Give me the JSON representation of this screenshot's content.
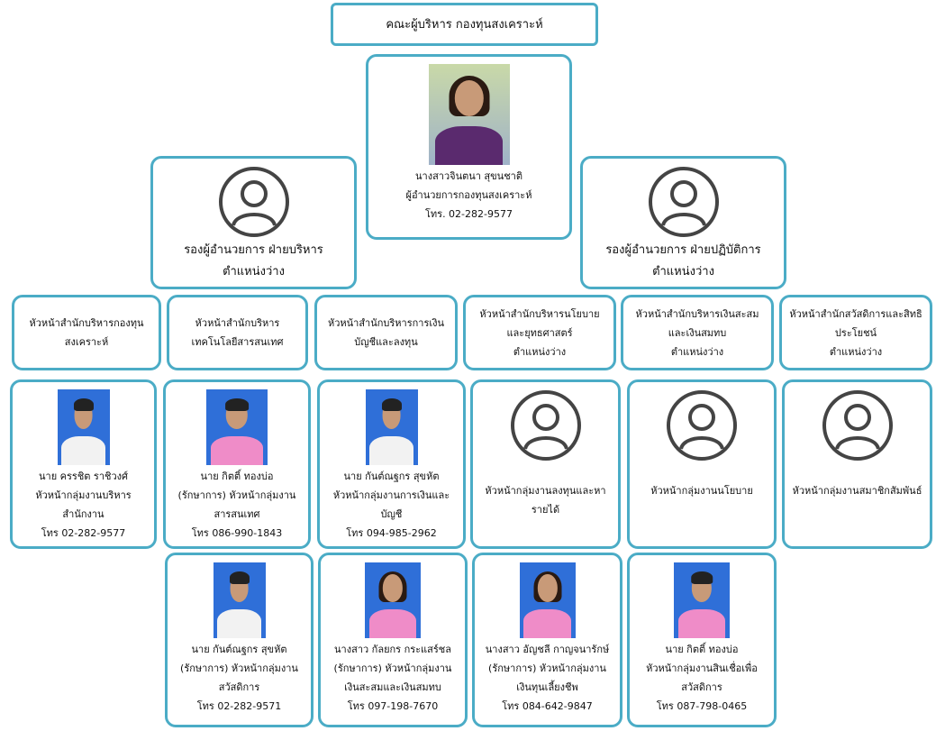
{
  "title": "คณะผู้บริหาร กองทุนสงเคราะห์",
  "colors": {
    "border": "#4bacc6",
    "photo_bg": "#2f6fd8",
    "pink_shirt": "#ef8cc8",
    "white_shirt": "#f2f2f2"
  },
  "director": {
    "photo": "woman-purple",
    "lines": [
      "นางสาวจินตนา สุขนชาติ",
      "ผู้อำนวยการกองทุนสงเคราะห์",
      "โทร. 02-282-9577"
    ]
  },
  "deputies": [
    {
      "lines": [
        "รองผู้อำนวยการ ฝ่ายบริหาร",
        "ตำแหน่งว่าง"
      ]
    },
    {
      "lines": [
        "รองผู้อำนวยการ ฝ่ายปฏิบัติการ",
        "ตำแหน่งว่าง"
      ]
    }
  ],
  "office_heads": [
    {
      "lines": [
        "หัวหน้าสำนักบริหารกองทุน",
        "สงเคราะห์"
      ]
    },
    {
      "lines": [
        "หัวหน้าสำนักบริหาร",
        "เทคโนโลยีสารสนเทศ"
      ]
    },
    {
      "lines": [
        "หัวหน้าสำนักบริหารการเงิน",
        "บัญชีและลงทุน"
      ]
    },
    {
      "lines": [
        "หัวหน้าสำนักบริหารนโยบาย",
        "และยุทธศาสตร์",
        "ตำแหน่งว่าง"
      ]
    },
    {
      "lines": [
        "หัวหน้าสำนักบริหารเงินสะสม",
        "และเงินสมทบ",
        "ตำแหน่งว่าง"
      ]
    },
    {
      "lines": [
        "หัวหน้าสำนักสวัสดิการและสิทธิ",
        "ประโยชน์",
        "ตำแหน่งว่าง"
      ]
    }
  ],
  "group_heads_row1": [
    {
      "photo": "white",
      "lines": [
        "นาย ครรชิต ราชิวงศ์",
        "หัวหน้ากลุ่มงานบริหาร",
        "สำนักงาน",
        "โทร 02-282-9577"
      ]
    },
    {
      "photo": "pink",
      "lines": [
        "นาย กิตติ์ ทองบ่อ",
        "(รักษาการ) หัวหน้ากลุ่มงาน",
        "สารสนเทศ",
        "โทร 086-990-1843"
      ]
    },
    {
      "photo": "white",
      "lines": [
        "นาย กันต์ณฐกร สุขหัต",
        "หัวหน้ากลุ่มงานการเงินและ",
        "บัญชี",
        "โทร 094-985-2962"
      ]
    },
    {
      "photo": "avatar",
      "lines": [
        "หัวหน้ากลุ่มงานลงทุนและหา",
        "รายได้"
      ]
    },
    {
      "photo": "avatar",
      "lines": [
        "หัวหน้ากลุ่มงานนโยบาย"
      ]
    },
    {
      "photo": "avatar",
      "lines": [
        "หัวหน้ากลุ่มงานสมาชิกสัมพันธ์"
      ]
    }
  ],
  "group_heads_row2": [
    {
      "photo": "white",
      "lines": [
        "นาย กันต์ณฐกร สุขหัต",
        "(รักษาการ) หัวหน้ากลุ่มงาน",
        "สวัสดิการ",
        "โทร 02-282-9571"
      ]
    },
    {
      "photo": "pinkf",
      "lines": [
        "นางสาว กัลยกร กระแสร์ชล",
        "(รักษาการ) หัวหน้ากลุ่มงาน",
        "เงินสะสมและเงินสมทบ",
        "โทร 097-198-7670"
      ]
    },
    {
      "photo": "pinkf",
      "lines": [
        "นางสาว อัญชลี กาญจนารักษ์",
        "(รักษาการ) หัวหน้ากลุ่มงาน",
        "เงินทุนเลี้ยงชีพ",
        "โทร 084-642-9847"
      ]
    },
    {
      "photo": "pink",
      "lines": [
        "นาย กิตติ์ ทองบ่อ",
        "หัวหน้ากลุ่มงานสินเชื่อเพื่อ",
        "สวัสดิการ",
        "โทร 087-798-0465"
      ]
    }
  ]
}
